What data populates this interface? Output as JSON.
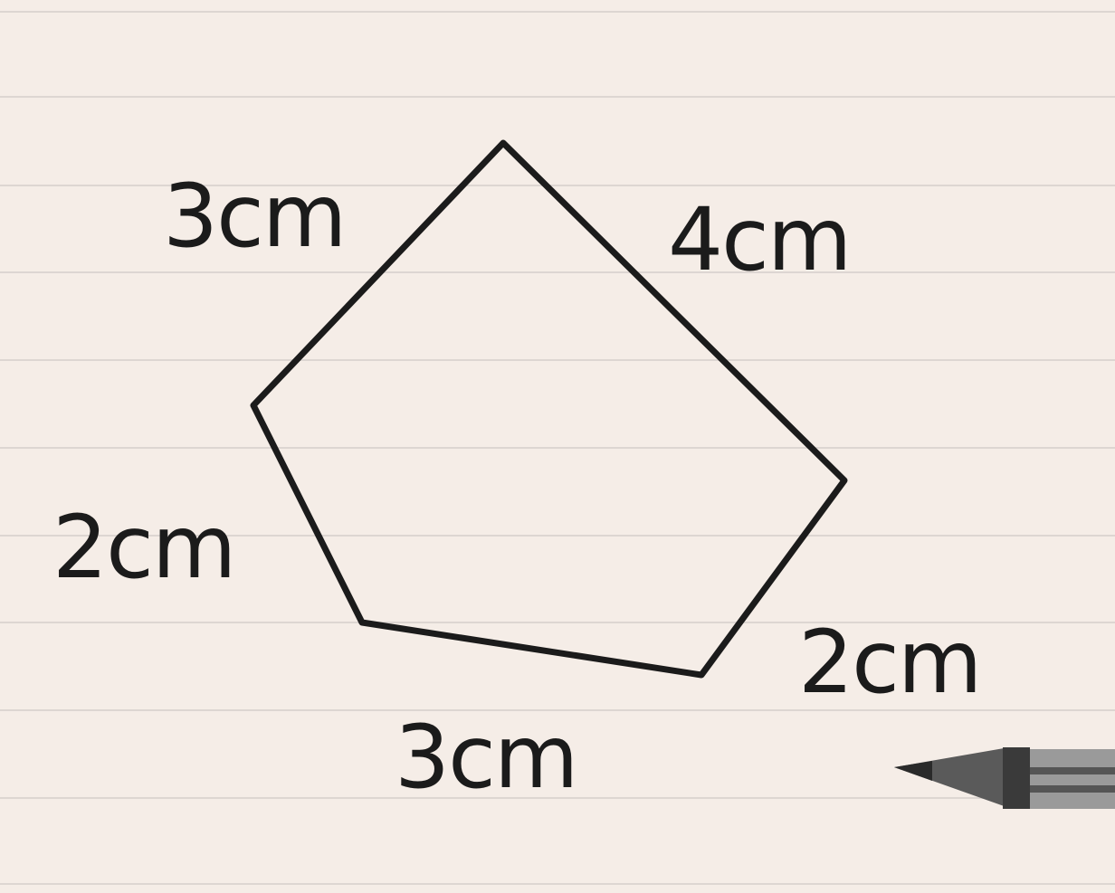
{
  "shape": {
    "name": "pentagon",
    "side_labels": [
      "3cm",
      "4cm",
      "2cm",
      "3cm",
      "2cm"
    ]
  },
  "colors": {
    "paper": "#f5ede7",
    "ruled_line": "#ddd6d2",
    "ink": "#1b1b1b",
    "pencil_body": "#4a4a4a"
  },
  "icons": [
    "pencil-icon"
  ]
}
